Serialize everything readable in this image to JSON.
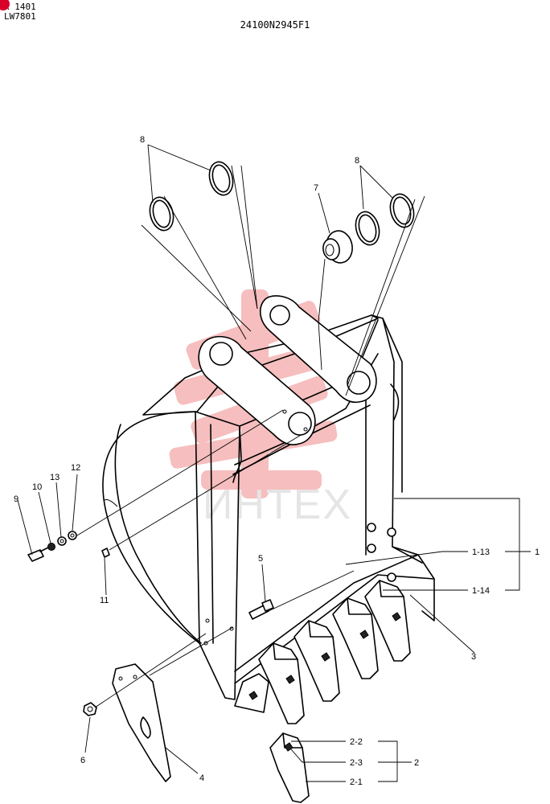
{
  "header": {
    "line1": "X 1401",
    "line2": "LW7801",
    "drawing_code": "24100N2945F1"
  },
  "watermark": {
    "text": "ИНТЕХ",
    "color": "#f08a8a"
  },
  "labels": {
    "p8a": "8",
    "p8b": "8",
    "p7": "7",
    "p12": "12",
    "p13": "13",
    "p10": "10",
    "p9": "9",
    "p11": "11",
    "p5": "5",
    "p1_13": "1-13",
    "p1": "1",
    "p1_14": "1-14",
    "p3": "3",
    "p6": "6",
    "p4": "4",
    "p2_2": "2-2",
    "p2_3": "2-3",
    "p2": "2",
    "p2_1": "2-1"
  }
}
